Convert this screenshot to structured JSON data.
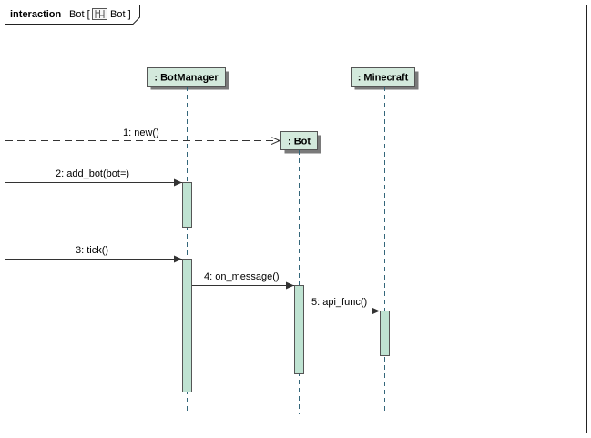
{
  "frame": {
    "keyword": "interaction",
    "name": "Bot [",
    "ref_name": "Bot ]",
    "icon": "interaction-icon"
  },
  "lifelines": {
    "botmanager": ": BotManager",
    "minecraft": ": Minecraft",
    "bot": ": Bot"
  },
  "messages": {
    "m1": "1: new()",
    "m2": "2: add_bot(bot=)",
    "m3": "3: tick()",
    "m4": "4: on_message()",
    "m5": "5: api_func()"
  },
  "colors": {
    "lifeline_fill": "#d3e9dc",
    "activation_fill": "#bfe3d2",
    "lifeline_dash": "#33667a",
    "border": "#222222"
  }
}
